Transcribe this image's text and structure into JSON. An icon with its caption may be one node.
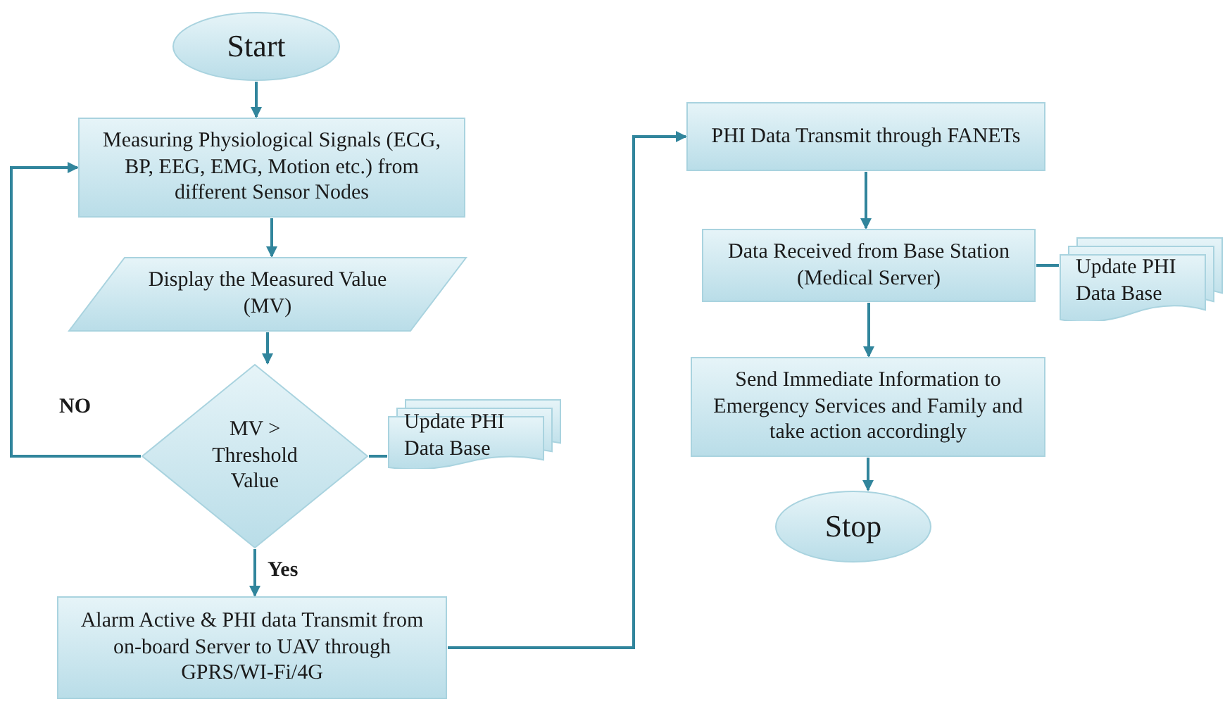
{
  "diagram": {
    "nodes": [
      {
        "text": [
          "Start"
        ]
      },
      {
        "text": [
          "Measuring Physiological Signals (ECG, BP, EEG, EMG, Motion etc.) from different Sensor Nodes"
        ]
      },
      {
        "text": [
          "Display the Measured Value (MV)"
        ]
      },
      {
        "text": [
          "MV > Threshold Value"
        ]
      },
      {
        "text": [
          "Update PHI Data Base"
        ]
      },
      {
        "text": [
          "Alarm Active & PHI data Transmit from on-board Server to UAV through GPRS/WI-Fi/4G"
        ]
      },
      {
        "text": [
          "PHI Data Transmit through FANETs"
        ]
      },
      {
        "text": [
          "Data Received from Base Station (Medical Server)"
        ]
      },
      {
        "text": [
          "Update PHI Data Base"
        ]
      },
      {
        "text": [
          "Send Immediate Information to Emergency Services and Family and take action accordingly"
        ]
      },
      {
        "text": [
          "Stop"
        ]
      }
    ],
    "edges": [
      {
        "from": 0,
        "to": 1,
        "arrow": "to"
      },
      {
        "from": 1,
        "to": 2,
        "arrow": "to"
      },
      {
        "from": 2,
        "to": 3,
        "arrow": "to"
      },
      {
        "from": 3,
        "to": 1,
        "arrow": "to",
        "label": "NO"
      },
      {
        "from": 3,
        "to": 4,
        "arrow": "none"
      },
      {
        "from": 3,
        "to": 5,
        "arrow": "to",
        "label": "Yes"
      },
      {
        "from": 5,
        "to": 6,
        "arrow": "to"
      },
      {
        "from": 6,
        "to": 7,
        "arrow": "to"
      },
      {
        "from": 7,
        "to": 8,
        "arrow": "none"
      },
      {
        "from": 7,
        "to": 9,
        "arrow": "to"
      },
      {
        "from": 9,
        "to": 10,
        "arrow": "to"
      }
    ]
  }
}
